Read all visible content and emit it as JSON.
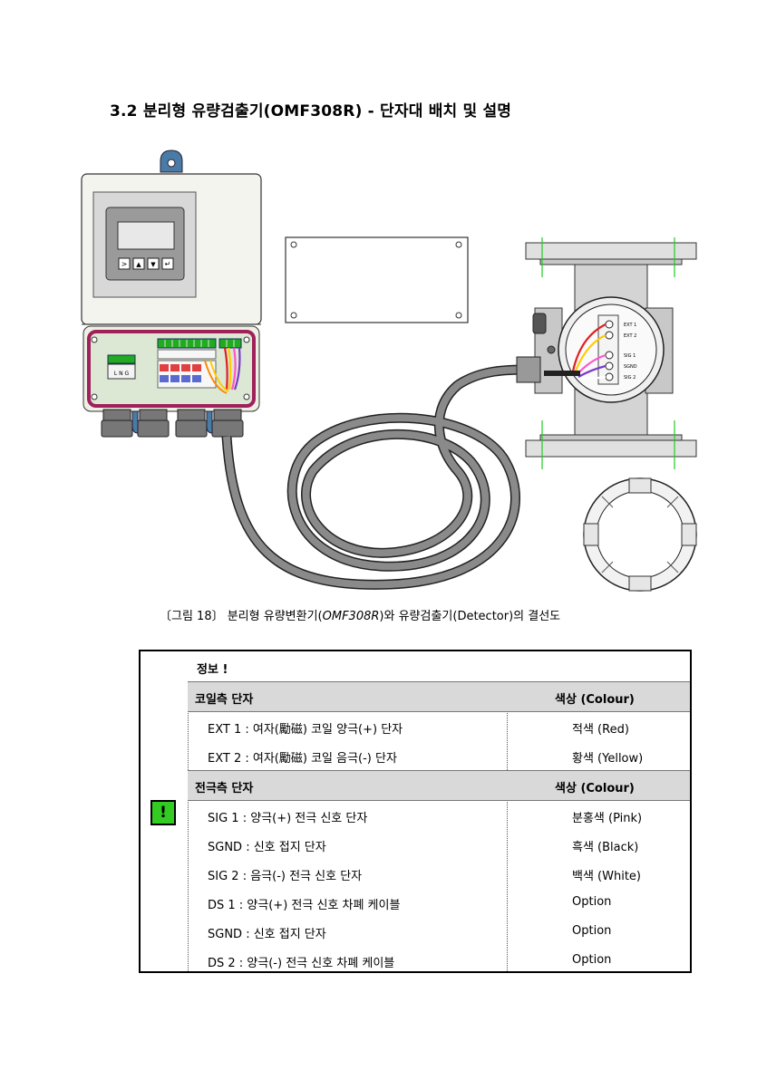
{
  "heading": "3.2 분리형 유량검출기(OMF308R) - 단자대 배치 및 설명",
  "converter": {
    "keys": [
      ">",
      "▲",
      "▼",
      "↵"
    ],
    "power_terminal": "L N G"
  },
  "sensor_terminals": [
    "EXT 1",
    "EXT 2",
    "SIG 1",
    "SGND",
    "SIG 2"
  ],
  "caption": {
    "prefix": "〔그림 18〕 분리형 유량변환기(",
    "model": "OMF308R",
    "suffix": ")와 유량검출기(Detector)의 결선도"
  },
  "info": {
    "title": "정보 !",
    "icon": "exclamation-icon",
    "sections": [
      {
        "header": "코일측 단자",
        "colour_header": "색상 (Colour)",
        "rows": [
          {
            "label": "EXT 1 : 여자(勵磁) 코일 양극(+) 단자",
            "colour": "적색 (Red)"
          },
          {
            "label": "EXT 2 : 여자(勵磁) 코일 음극(-) 단자",
            "colour": "황색 (Yellow)"
          }
        ]
      },
      {
        "header": "전극측 단자",
        "colour_header": "색상 (Colour)",
        "rows": [
          {
            "label": "SIG 1 : 양극(+) 전극 신호 단자",
            "colour": "분홍색 (Pink)"
          },
          {
            "label": "SGND : 신호 접지 단자",
            "colour": "흑색 (Black)"
          },
          {
            "label": "SIG 2 : 음극(-) 전극 신호 단자",
            "colour": "백색 (White)"
          },
          {
            "label": "DS 1 : 양극(+) 전극 신호 차폐 케이블",
            "colour": "Option"
          },
          {
            "label": "SGND : 신호 접지 단자",
            "colour": "Option"
          },
          {
            "label": "DS 2 : 양극(-) 전극 신호 차폐 케이블",
            "colour": "Option"
          }
        ]
      }
    ]
  },
  "colors": {
    "icon_green": "#33cc22",
    "header_gray": "#d9d9d9",
    "cable_gray": "#8a8a8a",
    "housing_magenta": "#a0205a",
    "terminal_green": "#22aa22",
    "wire_red": "#e02020",
    "wire_yellow": "#ffcc00",
    "wire_pink": "#ff55cc"
  }
}
